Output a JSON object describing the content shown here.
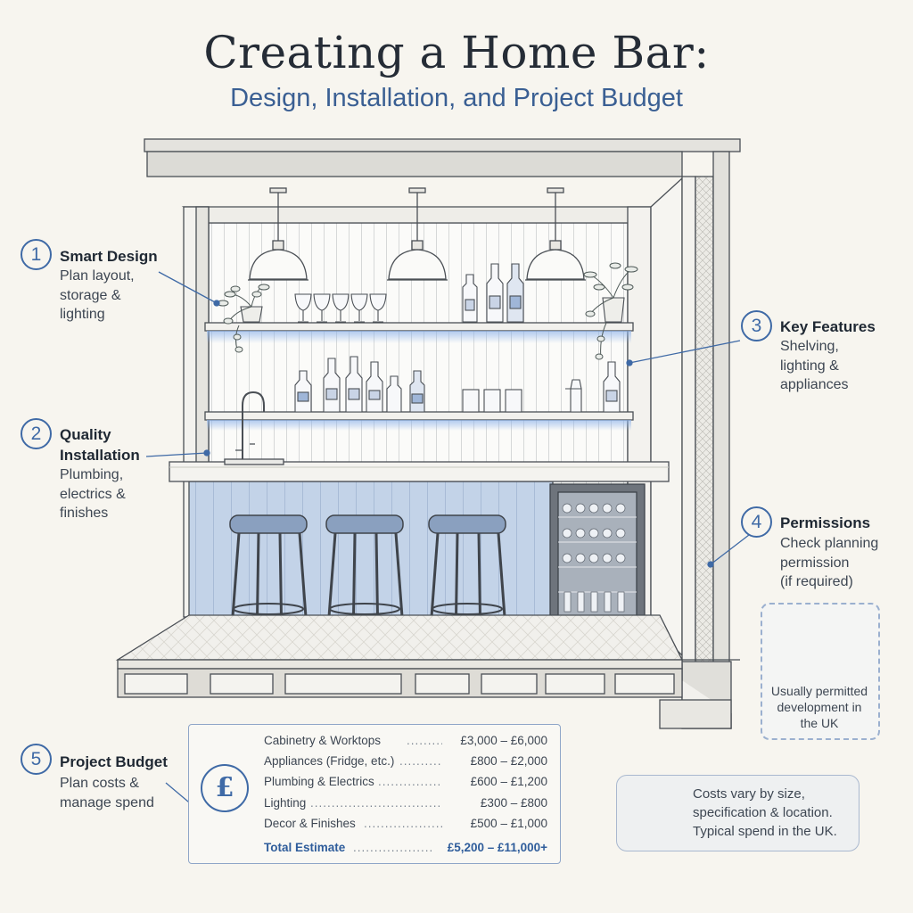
{
  "header": {
    "title": "Creating a Home Bar:",
    "subtitle": "Design, Installation, and Project Budget"
  },
  "callouts": [
    {
      "number": "1",
      "title": "Smart Design",
      "description": "Plan layout,\nstorage &\nlighting"
    },
    {
      "number": "2",
      "title": "Quality\nInstallation",
      "description": "Plumbing,\nelectrics &\nfinishes"
    },
    {
      "number": "3",
      "title": "Key Features",
      "description": "Shelving,\nlighting &\nappliances"
    },
    {
      "number": "4",
      "title": "Permissions",
      "description": "Check planning\npermission\n(if required)"
    },
    {
      "number": "5",
      "title": "Project Budget",
      "description": "Plan costs &\nmanage spend"
    }
  ],
  "permissions_note": "Usually permitted\ndevelopment in\nthe UK",
  "budget": {
    "currency_symbol": "£",
    "items": [
      {
        "label": "Cabinetry & Worktops",
        "value": "£3,000 – £6,000"
      },
      {
        "label": "Appliances (Fridge, etc.)",
        "value": "£800 – £2,000"
      },
      {
        "label": "Plumbing & Electrics",
        "value": "£600 – £1,200"
      },
      {
        "label": "Lighting",
        "value": "£300 – £800"
      },
      {
        "label": "Decor & Finishes",
        "value": "£500 – £1,000"
      }
    ],
    "total": {
      "label": "Total Estimate",
      "value": "£5,200 – £11,000+"
    }
  },
  "cost_note": "Costs vary by size,\nspecification & location.\nTypical spend in the UK.",
  "colors": {
    "accent": "#3f6aa6",
    "panel_blue": "#c3d3e8",
    "background": "#f7f5ef"
  },
  "icons": [
    "house-check-icon",
    "pound-icon",
    "lightbulb-icon"
  ]
}
